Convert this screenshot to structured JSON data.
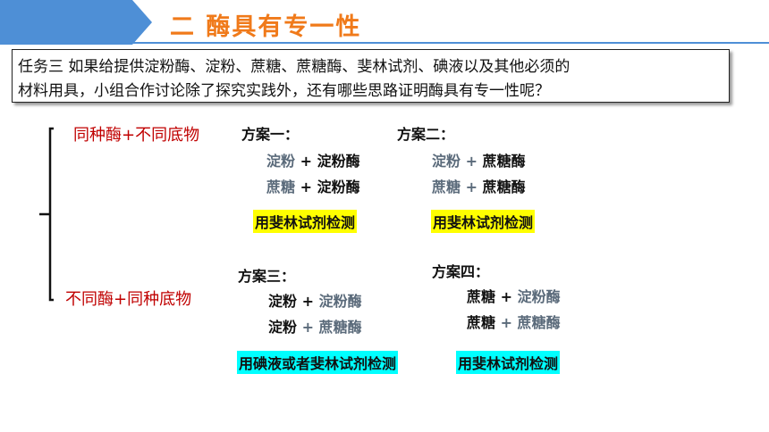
{
  "header": {
    "title": "二 酶具有专一性"
  },
  "task": {
    "line1": "任务三 如果给提供淀粉酶、淀粉、蔗糖、蔗糖酶、斐林试剂、碘液以及其他必须的",
    "line2": "材料用具，小组合作讨论除了探究实践外，还有哪些思路证明酶具有专一性呢？"
  },
  "categories": {
    "same_enzyme": "同种酶+不同底物",
    "diff_enzyme": "不同酶+同种底物"
  },
  "plan1": {
    "title": "方案一：",
    "r1": {
      "a": "淀粉",
      "plus": "+",
      "b": "淀粉酶"
    },
    "r2": {
      "a": "蔗糖",
      "plus": "+",
      "b": "淀粉酶"
    },
    "detect": "用斐林试剂检测"
  },
  "plan2": {
    "title": "方案二：",
    "r1": {
      "a": "淀粉",
      "plus": "+",
      "b": "蔗糖酶"
    },
    "r2": {
      "a": "蔗糖",
      "plus": "+",
      "b": "蔗糖酶"
    },
    "detect": "用斐林试剂检测"
  },
  "plan3": {
    "title": "方案三：",
    "r1": {
      "a": "淀粉",
      "plus": "+",
      "b": "淀粉酶"
    },
    "r2": {
      "a": "淀粉",
      "plus": "+",
      "b": "蔗糖酶"
    },
    "detect": "用碘液或者斐林试剂检测"
  },
  "plan4": {
    "title": "方案四：",
    "r1": {
      "a": "蔗糖",
      "plus": "+",
      "b": "淀粉酶"
    },
    "r2": {
      "a": "蔗糖",
      "plus": "+",
      "b": "蔗糖酶"
    },
    "detect": "用斐林试剂检测"
  },
  "colors": {
    "banner_blue": "#4e8fd6",
    "title_orange": "#f07a1a",
    "category_red": "#c00000",
    "highlight_yellow": "#ffff00",
    "highlight_cyan": "#00ffff"
  }
}
